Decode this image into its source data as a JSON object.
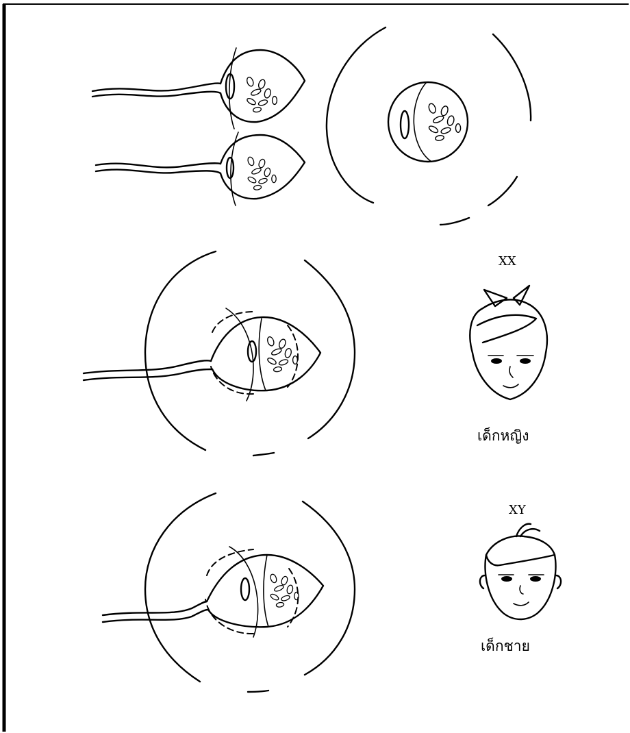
{
  "labels": {
    "girl_chromosomes": "XX",
    "girl_caption": "เด็กหญิง",
    "boy_chromosomes": "XY",
    "boy_caption": "เด็กชาย"
  },
  "icons": [
    "sperm-icon",
    "egg-cell-icon",
    "girl-face-icon",
    "boy-face-icon"
  ]
}
